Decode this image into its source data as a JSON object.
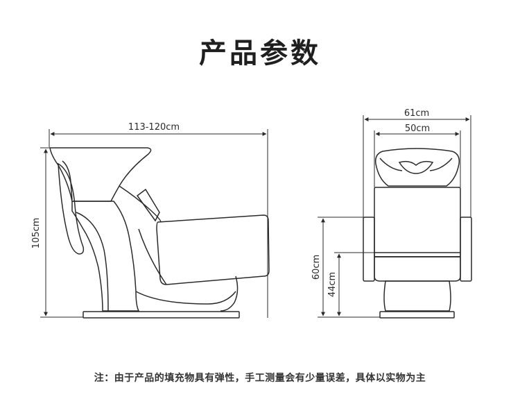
{
  "title": "产品参数",
  "side_view": {
    "width_label": "113-120cm",
    "height_label": "105cm"
  },
  "front_view": {
    "outer_width_label": "61cm",
    "inner_width_label": "50cm",
    "armrest_height_label": "60cm",
    "seat_height_label": "44cm"
  },
  "note": "注：由于产品的填充物具有弹性，手工测量会有少量误差，具体以实物为主",
  "colors": {
    "line": "#2a2a2a",
    "text": "#222222"
  }
}
